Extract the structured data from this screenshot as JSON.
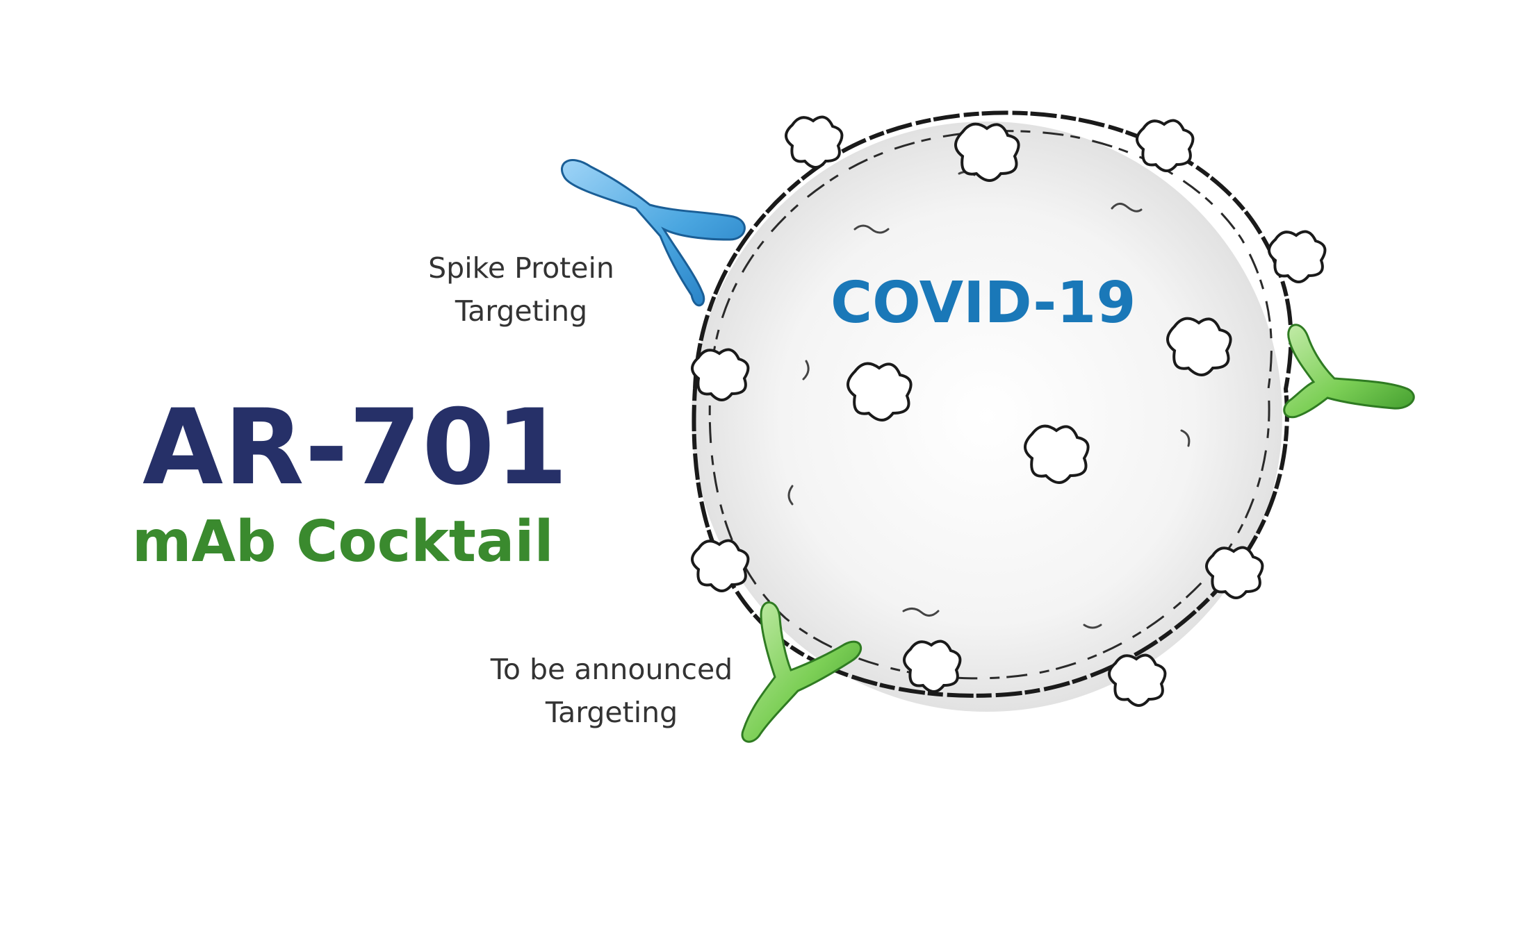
{
  "drug": {
    "name": "AR-701",
    "subtitle": "mAb Cocktail"
  },
  "virus": {
    "label": "COVID-19"
  },
  "callouts": {
    "spike": {
      "line1": "Spike Protein",
      "line2": "Targeting"
    },
    "tba": {
      "line1": "To be announced",
      "line2": "Targeting"
    }
  },
  "colors": {
    "drug_name": "#263068",
    "drug_subtitle": "#3a8a2e",
    "virus_label": "#1a78b8",
    "callout_text": "#333333",
    "antibody_blue": "#4aa6e0",
    "antibody_green": "#6cc24a",
    "outline": "#1a1a1a"
  },
  "icons": {
    "antibody_spike": "blue-antibody-icon",
    "antibody_right": "green-antibody-icon",
    "antibody_bottom": "green-antibody-icon",
    "virus": "coronavirus-particle-icon"
  }
}
